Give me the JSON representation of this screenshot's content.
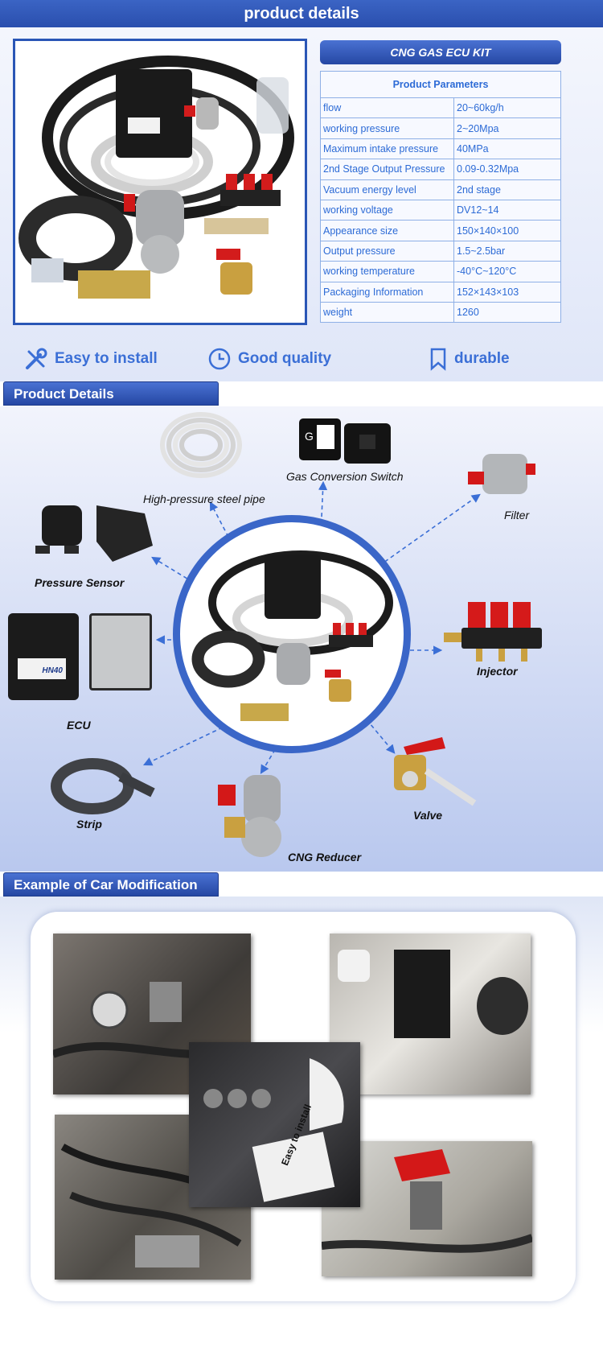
{
  "header": {
    "title": "product details"
  },
  "kit": {
    "title": "CNG GAS ECU KIT"
  },
  "params": {
    "heading": "Product Parameters",
    "rows": [
      {
        "key": "flow",
        "value": "20~60kg/h"
      },
      {
        "key": "working pressure",
        "value": "2~20Mpa"
      },
      {
        "key": "Maximum intake pressure",
        "value": "40MPa"
      },
      {
        "key": "2nd Stage Output Pressure",
        "value": "0.09-0.32Mpa"
      },
      {
        "key": "Vacuum energy level",
        "value": "2nd stage"
      },
      {
        "key": "working voltage",
        "value": "DV12~14"
      },
      {
        "key": "Appearance size",
        "value": "150×140×100"
      },
      {
        "key": "Output pressure",
        "value": "1.5~2.5bar"
      },
      {
        "key": "working temperature",
        "value": " -40°C~120°C"
      },
      {
        "key": "Packaging Information",
        "value": "152×143×103"
      },
      {
        "key": "weight",
        "value": "1260"
      }
    ]
  },
  "features": [
    {
      "label": "Easy to install",
      "icon": "wrench-screwdriver-icon"
    },
    {
      "label": "Good quality",
      "icon": "clock-icon"
    },
    {
      "label": "durable",
      "icon": "bookmark-icon"
    }
  ],
  "details": {
    "tab": "Product Details",
    "parts": {
      "pipe": "High-pressure steel pipe",
      "switch": "Gas Conversion Switch",
      "filter": "Filter",
      "sensor": "Pressure Sensor",
      "injector": "Injector",
      "ecu": "ECU",
      "valve": "Valve",
      "strip": "Strip",
      "reducer": "CNG Reducer"
    },
    "ecu_label": "HN40",
    "switch_letter": "G"
  },
  "example": {
    "tab": "Example of Car Modification",
    "sign_text": "Easy to install"
  },
  "colors": {
    "accent": "#2a56b6",
    "feature_text": "#3b6fd6",
    "table_text": "#2d6bd6",
    "arrow": "#3b6fd6"
  }
}
